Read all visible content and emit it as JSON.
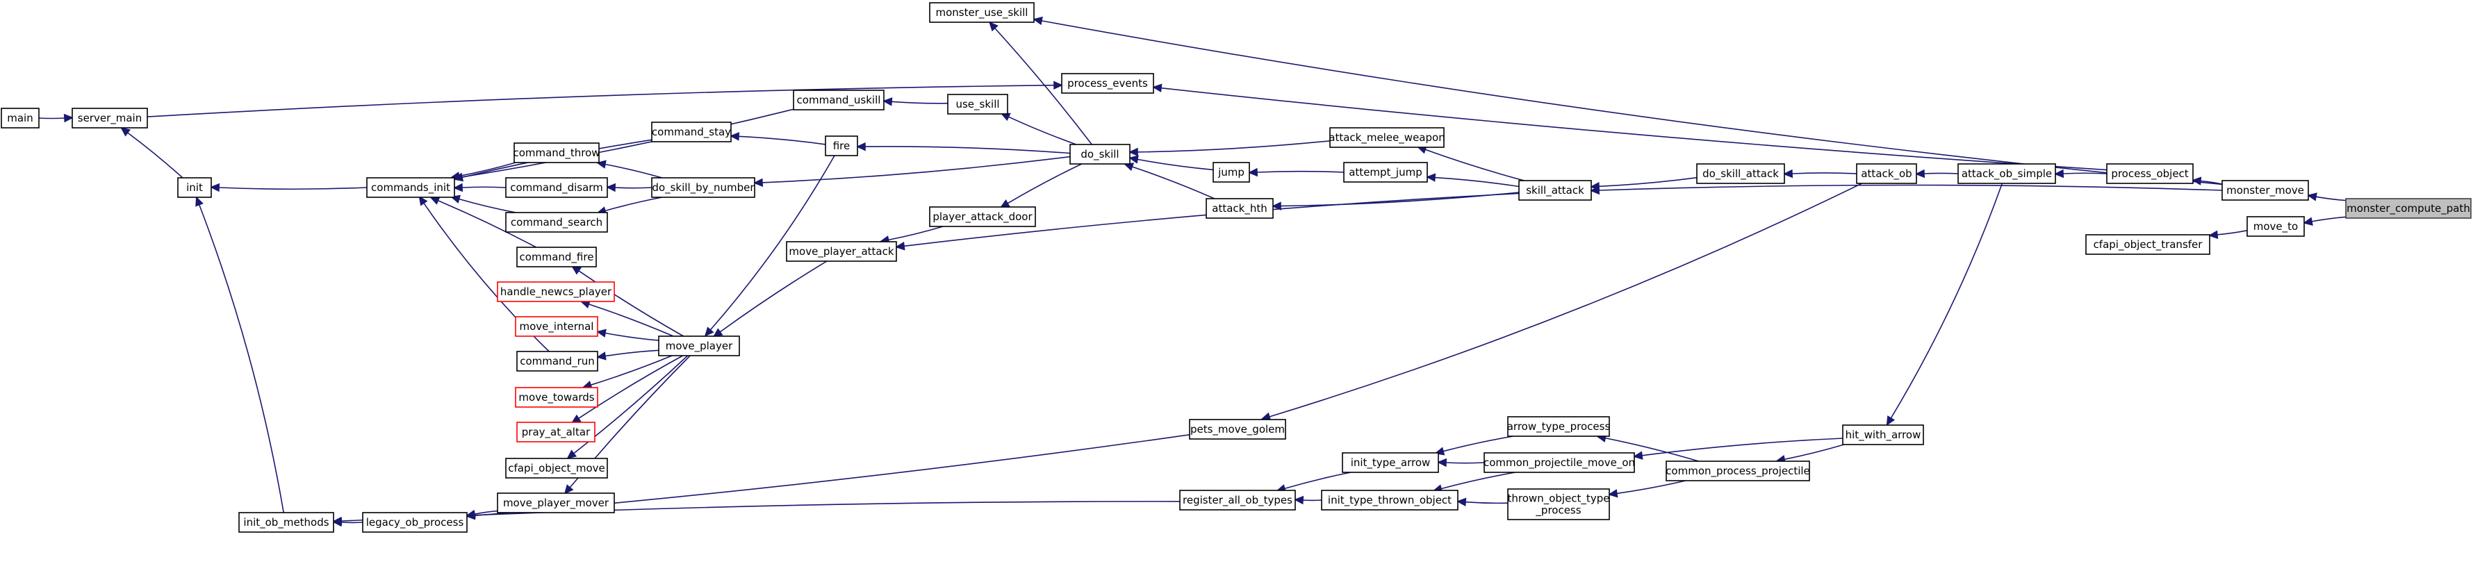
{
  "graph": {
    "title": "",
    "root": "monster_compute_path",
    "colors": {
      "edge": "#191970",
      "node_border": "#000000",
      "undocumented_border": "#ff0000",
      "root_fill": "#bfbfbf",
      "background": "#ffffff"
    },
    "nodes": [
      {
        "id": "main",
        "label": "main"
      },
      {
        "id": "server_main",
        "label": "server_main"
      },
      {
        "id": "init",
        "label": "init"
      },
      {
        "id": "commands_init",
        "label": "commands_init"
      },
      {
        "id": "init_ob_methods",
        "label": "init_ob_methods"
      },
      {
        "id": "legacy_ob_process",
        "label": "legacy_ob_process"
      },
      {
        "id": "command_uskill",
        "label": "command_uskill"
      },
      {
        "id": "command_stay",
        "label": "command_stay"
      },
      {
        "id": "command_throw",
        "label": "command_throw"
      },
      {
        "id": "command_disarm",
        "label": "command_disarm"
      },
      {
        "id": "command_search",
        "label": "command_search"
      },
      {
        "id": "command_fire",
        "label": "command_fire"
      },
      {
        "id": "handle_newcs_player",
        "label": "handle_newcs_player",
        "undocumented": true
      },
      {
        "id": "move_internal",
        "label": "move_internal",
        "undocumented": true
      },
      {
        "id": "command_run",
        "label": "command_run"
      },
      {
        "id": "move_towards",
        "label": "move_towards",
        "undocumented": true
      },
      {
        "id": "pray_at_altar",
        "label": "pray_at_altar",
        "undocumented": true
      },
      {
        "id": "cfapi_object_move",
        "label": "cfapi_object_move"
      },
      {
        "id": "move_player_mover",
        "label": "move_player_mover"
      },
      {
        "id": "do_skill_by_number",
        "label": "do_skill_by_number"
      },
      {
        "id": "move_player",
        "label": "move_player"
      },
      {
        "id": "move_player_attack",
        "label": "move_player_attack"
      },
      {
        "id": "monster_use_skill",
        "label": "monster_use_skill"
      },
      {
        "id": "process_events",
        "label": "process_events"
      },
      {
        "id": "use_skill",
        "label": "use_skill"
      },
      {
        "id": "fire",
        "label": "fire"
      },
      {
        "id": "player_attack_door",
        "label": "player_attack_door"
      },
      {
        "id": "do_skill",
        "label": "do_skill"
      },
      {
        "id": "jump",
        "label": "jump"
      },
      {
        "id": "attack_hth",
        "label": "attack_hth"
      },
      {
        "id": "attack_melee_weapon",
        "label": "attack_melee_weapon"
      },
      {
        "id": "attempt_jump",
        "label": "attempt_jump"
      },
      {
        "id": "skill_attack",
        "label": "skill_attack"
      },
      {
        "id": "do_skill_attack",
        "label": "do_skill_attack"
      },
      {
        "id": "attack_ob",
        "label": "attack_ob"
      },
      {
        "id": "attack_ob_simple",
        "label": "attack_ob_simple"
      },
      {
        "id": "process_object",
        "label": "process_object"
      },
      {
        "id": "monster_move",
        "label": "monster_move"
      },
      {
        "id": "cfapi_object_transfer",
        "label": "cfapi_object_transfer"
      },
      {
        "id": "move_to",
        "label": "move_to"
      },
      {
        "id": "monster_compute_path",
        "label": "monster_compute_path",
        "root": true
      },
      {
        "id": "pets_move_golem",
        "label": "pets_move_golem"
      },
      {
        "id": "register_all_ob_types",
        "label": "register_all_ob_types"
      },
      {
        "id": "init_type_arrow",
        "label": "init_type_arrow"
      },
      {
        "id": "init_type_thrown_object",
        "label": "init_type_thrown_object"
      },
      {
        "id": "arrow_type_process",
        "label": "arrow_type_process"
      },
      {
        "id": "common_projectile_move_on",
        "label": "common_projectile_move_on"
      },
      {
        "id": "thrown_object_type_process",
        "label": "thrown_object_type\n_process"
      },
      {
        "id": "common_process_projectile",
        "label": "common_process_projectile"
      },
      {
        "id": "hit_with_arrow",
        "label": "hit_with_arrow"
      }
    ],
    "edges": [
      {
        "from": "main",
        "to": "server_main"
      },
      {
        "from": "server_main",
        "to": "process_events"
      },
      {
        "from": "init",
        "to": "server_main"
      },
      {
        "from": "commands_init",
        "to": "init"
      },
      {
        "from": "init_ob_methods",
        "to": "init"
      },
      {
        "from": "legacy_ob_process",
        "to": "init_ob_methods"
      },
      {
        "from": "register_all_ob_types",
        "to": "init_ob_methods"
      },
      {
        "from": "command_uskill",
        "to": "commands_init"
      },
      {
        "from": "command_stay",
        "to": "commands_init"
      },
      {
        "from": "command_throw",
        "to": "commands_init"
      },
      {
        "from": "command_disarm",
        "to": "commands_init"
      },
      {
        "from": "command_search",
        "to": "commands_init"
      },
      {
        "from": "command_fire",
        "to": "commands_init"
      },
      {
        "from": "command_run",
        "to": "commands_init"
      },
      {
        "from": "move_player_mover",
        "to": "legacy_ob_process"
      },
      {
        "from": "pets_move_golem",
        "to": "legacy_ob_process"
      },
      {
        "from": "do_skill_by_number",
        "to": "command_throw"
      },
      {
        "from": "do_skill_by_number",
        "to": "command_disarm"
      },
      {
        "from": "do_skill_by_number",
        "to": "command_search"
      },
      {
        "from": "move_player",
        "to": "command_fire"
      },
      {
        "from": "move_player",
        "to": "handle_newcs_player"
      },
      {
        "from": "move_player",
        "to": "move_internal"
      },
      {
        "from": "move_player",
        "to": "command_run"
      },
      {
        "from": "move_player",
        "to": "move_towards"
      },
      {
        "from": "move_player",
        "to": "pray_at_altar"
      },
      {
        "from": "move_player",
        "to": "cfapi_object_move"
      },
      {
        "from": "move_player",
        "to": "move_player_mover"
      },
      {
        "from": "use_skill",
        "to": "command_uskill"
      },
      {
        "from": "fire",
        "to": "command_stay"
      },
      {
        "from": "fire",
        "to": "move_player"
      },
      {
        "from": "move_player_attack",
        "to": "move_player"
      },
      {
        "from": "player_attack_door",
        "to": "move_player_attack"
      },
      {
        "from": "do_skill",
        "to": "monster_use_skill"
      },
      {
        "from": "do_skill",
        "to": "use_skill"
      },
      {
        "from": "do_skill",
        "to": "fire"
      },
      {
        "from": "do_skill",
        "to": "do_skill_by_number"
      },
      {
        "from": "do_skill",
        "to": "player_attack_door"
      },
      {
        "from": "jump",
        "to": "do_skill"
      },
      {
        "from": "attack_hth",
        "to": "do_skill"
      },
      {
        "from": "attack_melee_weapon",
        "to": "do_skill"
      },
      {
        "from": "attempt_jump",
        "to": "jump"
      },
      {
        "from": "skill_attack",
        "to": "attack_melee_weapon"
      },
      {
        "from": "skill_attack",
        "to": "attempt_jump"
      },
      {
        "from": "skill_attack",
        "to": "attack_hth"
      },
      {
        "from": "skill_attack",
        "to": "move_player_attack"
      },
      {
        "from": "do_skill_attack",
        "to": "skill_attack"
      },
      {
        "from": "attack_ob",
        "to": "do_skill_attack"
      },
      {
        "from": "attack_ob",
        "to": "pets_move_golem"
      },
      {
        "from": "attack_ob_simple",
        "to": "attack_ob"
      },
      {
        "from": "attack_ob_simple",
        "to": "hit_with_arrow"
      },
      {
        "from": "process_object",
        "to": "attack_ob_simple"
      },
      {
        "from": "process_object",
        "to": "process_events"
      },
      {
        "from": "monster_move",
        "to": "process_object"
      },
      {
        "from": "monster_move",
        "to": "monster_use_skill"
      },
      {
        "from": "monster_move",
        "to": "skill_attack"
      },
      {
        "from": "monster_compute_path",
        "to": "monster_move"
      },
      {
        "from": "monster_compute_path",
        "to": "move_to"
      },
      {
        "from": "move_to",
        "to": "cfapi_object_transfer"
      },
      {
        "from": "init_type_arrow",
        "to": "register_all_ob_types"
      },
      {
        "from": "init_type_thrown_object",
        "to": "register_all_ob_types"
      },
      {
        "from": "arrow_type_process",
        "to": "init_type_arrow"
      },
      {
        "from": "common_projectile_move_on",
        "to": "init_type_arrow"
      },
      {
        "from": "common_projectile_move_on",
        "to": "init_type_thrown_object"
      },
      {
        "from": "thrown_object_type_process",
        "to": "init_type_thrown_object"
      },
      {
        "from": "common_process_projectile",
        "to": "arrow_type_process"
      },
      {
        "from": "common_process_projectile",
        "to": "thrown_object_type_process"
      },
      {
        "from": "hit_with_arrow",
        "to": "common_projectile_move_on"
      },
      {
        "from": "hit_with_arrow",
        "to": "common_process_projectile"
      }
    ]
  }
}
